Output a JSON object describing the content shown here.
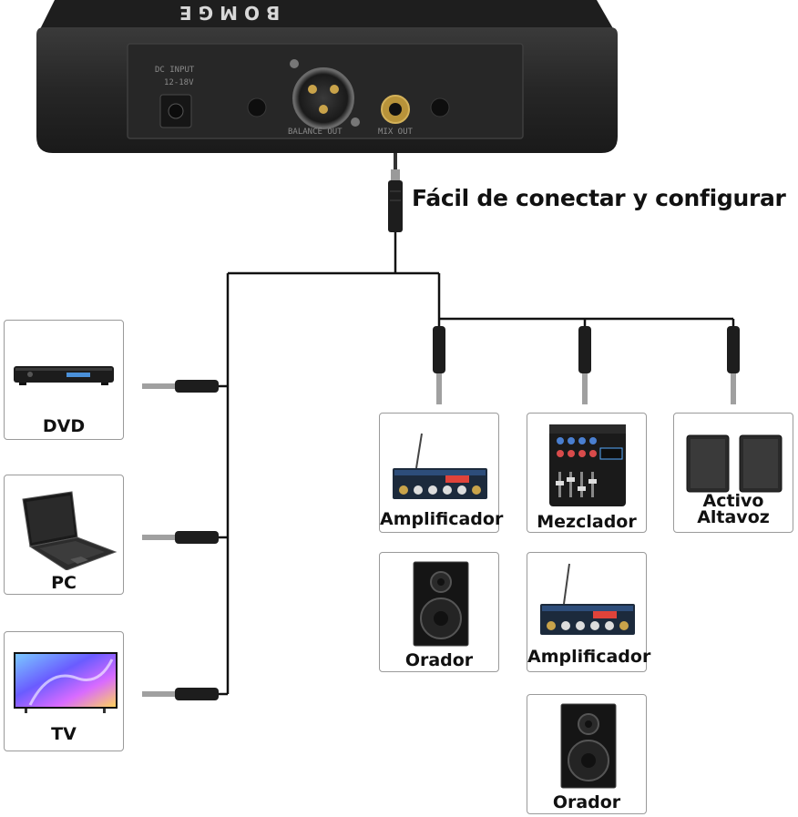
{
  "receiver": {
    "brand": "BOMGE",
    "dc_label": "DC INPUT",
    "dc_voltage": "12-18V",
    "balance_label": "BALANCE OUT",
    "mix_label": "MIX OUT"
  },
  "tagline": "Fácil de conectar y configurar",
  "sources": [
    {
      "label": "DVD",
      "icon": "dvd-player-icon"
    },
    {
      "label": "PC",
      "icon": "laptop-icon"
    },
    {
      "label": "TV",
      "icon": "television-icon"
    }
  ],
  "outputs": {
    "col1": [
      {
        "label": "Amplificador",
        "icon": "amplifier-icon"
      },
      {
        "label": "Orador",
        "icon": "speaker-icon"
      }
    ],
    "col2": [
      {
        "label": "Mezclador",
        "icon": "mixer-icon"
      },
      {
        "label": "Amplificador",
        "icon": "amplifier-icon"
      },
      {
        "label": "Orador",
        "icon": "speaker-icon"
      }
    ],
    "col3": [
      {
        "label_line1": "Activo",
        "label_line2": "Altavoz",
        "icon": "active-speakers-icon"
      }
    ]
  },
  "colors": {
    "receiver_body": "#2a2a2a",
    "cable": "#111111",
    "card_border": "#9a9a9a",
    "label_text": "#111111"
  }
}
